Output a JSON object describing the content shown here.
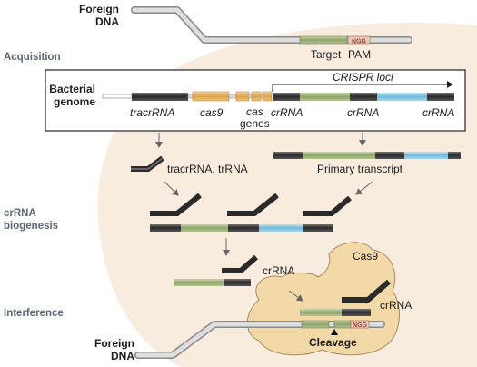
{
  "stage_labels": {
    "acquisition": "Acquisition",
    "crrna_biogenesis_line1": "crRNA",
    "crrna_biogenesis_line2": "biogenesis",
    "interference": "Interference"
  },
  "foreign_dna_top": {
    "line1": "Foreign",
    "line2": "DNA"
  },
  "foreign_dna_bottom": {
    "line1": "Foreign",
    "line2": "DNA"
  },
  "target_label": "Target",
  "pam_label": "PAM",
  "ngg_box": "NGG",
  "ngg_box_bottom": "NGG",
  "genome_box": {
    "title_line1": "Bacterial",
    "title_line2": "genome",
    "crispr_loci": "CRISPR loci",
    "tracrRNA": "tracrRNA",
    "cas9": "cas9",
    "cas_line1": "cas",
    "cas_line2": "genes",
    "crRNA_1": "crRNA",
    "crRNA_2": "crRNA",
    "crRNA_3": "crRNA"
  },
  "tracr_trRNA": "tracrRNA, trRNA",
  "primary_transcript": "Primary transcript",
  "crRNA_mid": "crRNA",
  "cas9_label": "Cas9",
  "crRNA_complex": "crRNA",
  "cleavage": "Cleavage"
}
